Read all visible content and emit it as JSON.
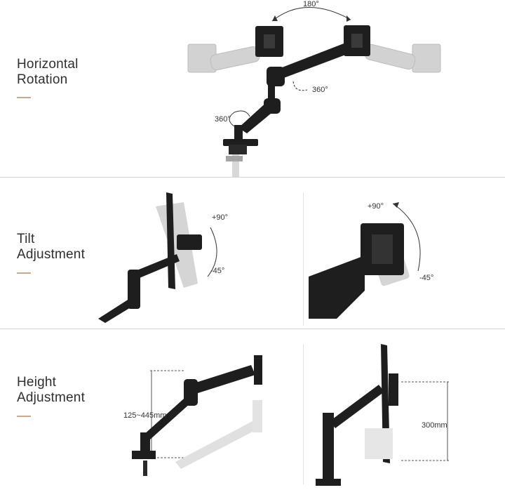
{
  "sections": [
    {
      "title_line1": "Horizontal",
      "title_line2": "Rotation",
      "labels": {
        "top_angle": "180°",
        "elbow_angle": "360°",
        "base_angle": "360°"
      }
    },
    {
      "title_line1": "Tilt",
      "title_line2": "Adjustment",
      "labels": {
        "left_up": "+90°",
        "left_down": "-45°",
        "right_up": "+90°",
        "right_down": "-45°"
      }
    },
    {
      "title_line1": "Height",
      "title_line2": "Adjustment",
      "labels": {
        "left_range": "125~445mm",
        "right_range": "300mm"
      }
    }
  ],
  "colors": {
    "accent": "#c7a98e",
    "arm": "#1e1e1e",
    "ghost": "#c9c9c9",
    "divider": "#d6d6d6"
  }
}
